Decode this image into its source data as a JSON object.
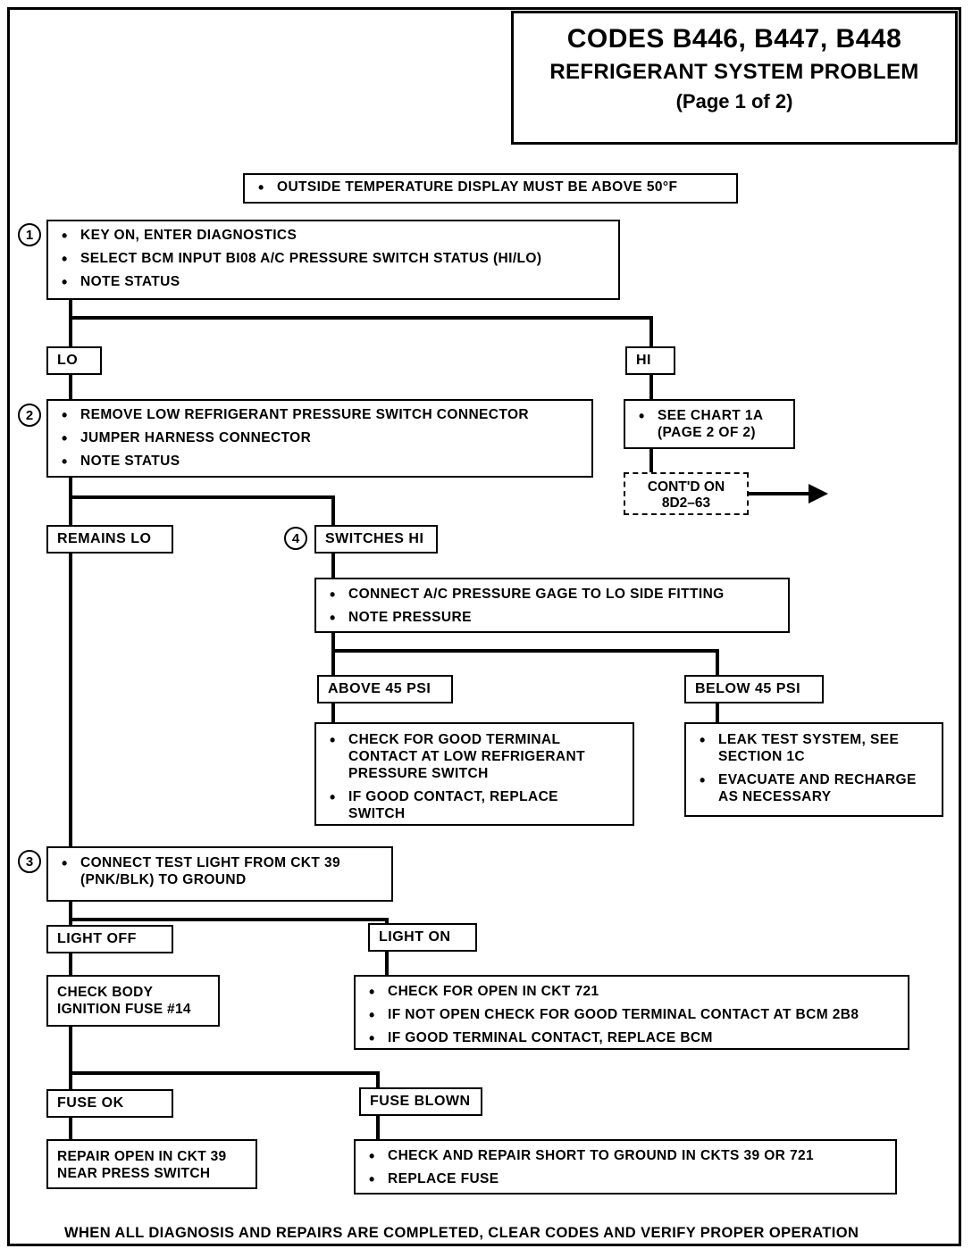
{
  "title": {
    "line1": "CODES B446, B447, B448",
    "line2": "REFRIGERANT SYSTEM PROBLEM",
    "line3": "(Page 1 of 2)"
  },
  "precondition": {
    "text": "OUTSIDE TEMPERATURE DISPLAY MUST BE ABOVE 50°F"
  },
  "steps": {
    "step1": {
      "number": "1",
      "items": [
        "KEY ON, ENTER DIAGNOSTICS",
        "SELECT BCM INPUT BI08 A/C PRESSURE SWITCH STATUS (HI/LO)",
        "NOTE STATUS"
      ]
    },
    "step2": {
      "number": "2",
      "items": [
        "REMOVE LOW REFRIGERANT PRESSURE SWITCH CONNECTOR",
        "JUMPER HARNESS CONNECTOR",
        "NOTE STATUS"
      ]
    },
    "step3": {
      "number": "3",
      "items_line1": "CONNECT TEST LIGHT FROM CKT 39",
      "items_line2": "(PNK/BLK) TO GROUND"
    },
    "step4": {
      "number": "4",
      "items": [
        "CONNECT A/C PRESSURE GAGE TO LO SIDE FITTING",
        "NOTE PRESSURE"
      ]
    }
  },
  "labels": {
    "lo": "LO",
    "hi": "HI",
    "remains_lo": "REMAINS LO",
    "switches_hi": "SWITCHES HI",
    "above_45": "ABOVE 45 PSI",
    "below_45": "BELOW 45 PSI",
    "light_off": "LIGHT OFF",
    "light_on": "LIGHT ON",
    "fuse_ok": "FUSE OK",
    "fuse_blown": "FUSE BLOWN"
  },
  "chart1a": {
    "line1": "SEE CHART 1A",
    "line2": "(PAGE 2 OF 2)"
  },
  "contd": {
    "line1": "CONT'D ON",
    "line2": "8D2–63"
  },
  "above45_actions": {
    "item1_line1": "CHECK FOR GOOD TERMINAL",
    "item1_line2": "CONTACT AT LOW REFRIGERANT",
    "item1_line3": "PRESSURE SWITCH",
    "item2_line1": "IF GOOD CONTACT, REPLACE",
    "item2_line2": "SWITCH"
  },
  "below45_actions": {
    "item1_line1": "LEAK TEST SYSTEM, SEE",
    "item1_line2": "SECTION 1C",
    "item2_line1": "EVACUATE AND RECHARGE",
    "item2_line2": "AS NECESSARY"
  },
  "check_fuse": {
    "line1": "CHECK BODY",
    "line2": "IGNITION FUSE #14"
  },
  "light_on_actions": {
    "items": [
      "CHECK FOR OPEN IN CKT 721",
      "IF NOT OPEN CHECK FOR GOOD TERMINAL CONTACT AT BCM 2B8",
      "IF GOOD TERMINAL CONTACT, REPLACE BCM"
    ]
  },
  "fuse_ok_action": {
    "line1": "REPAIR OPEN IN CKT 39",
    "line2": "NEAR PRESS SWITCH"
  },
  "fuse_blown_actions": {
    "items": [
      "CHECK AND REPAIR SHORT TO GROUND IN CKTS 39 OR 721",
      "REPLACE FUSE"
    ]
  },
  "footer": {
    "text": "WHEN ALL DIAGNOSIS AND REPAIRS ARE COMPLETED, CLEAR CODES AND VERIFY PROPER OPERATION"
  }
}
